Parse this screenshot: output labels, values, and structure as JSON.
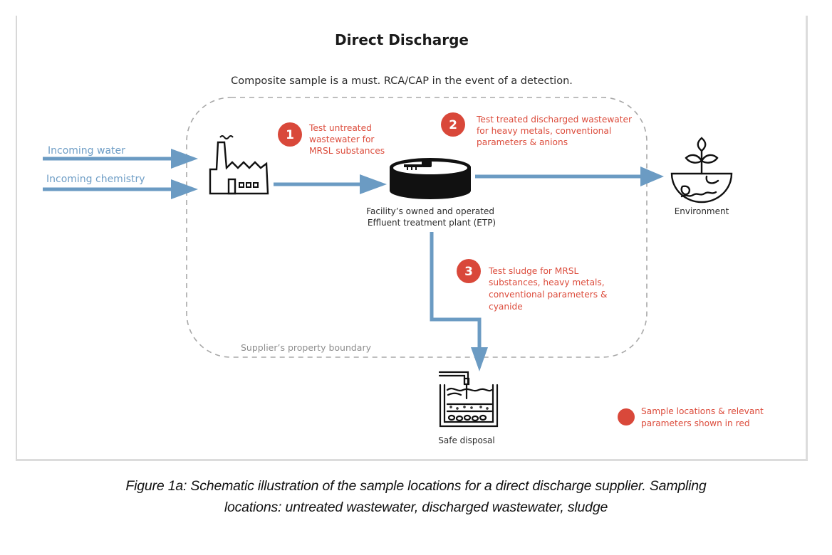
{
  "figure": {
    "title": "Direct Discharge",
    "subtitle": "Composite sample is a must. RCA/CAP in the event of a detection.",
    "colors": {
      "flow_arrow": "#6b9bc3",
      "sample_marker": "#d9483a",
      "sample_text": "#dc4c3c",
      "boundary": "#a8a8a8",
      "icon": "#111111"
    },
    "inputs": [
      {
        "label": "Incoming water"
      },
      {
        "label": "Incoming chemistry"
      }
    ],
    "nodes": {
      "factory": {
        "icon": "factory-icon"
      },
      "etp": {
        "icon": "treatment-tank-icon",
        "label_lines": [
          "Facility’s owned and operated",
          "Effluent treatment plant (ETP)"
        ]
      },
      "environment": {
        "icon": "plant-globe-icon",
        "label": "Environment"
      },
      "disposal": {
        "icon": "sludge-tank-icon",
        "label": "Safe disposal"
      }
    },
    "boundary_label": "Supplier’s property boundary",
    "sample_points": [
      {
        "number": "1",
        "lines": [
          "Test untreated",
          "wastewater for",
          "MRSL substances"
        ]
      },
      {
        "number": "2",
        "lines": [
          "Test treated discharged wastewater",
          "for heavy metals, conventional",
          "parameters & anions"
        ]
      },
      {
        "number": "3",
        "lines": [
          "Test sludge for MRSL",
          "substances, heavy metals,",
          "conventional parameters  &",
          "cyanide"
        ]
      }
    ],
    "legend": {
      "lines": [
        "Sample locations & relevant",
        "parameters shown in red"
      ]
    }
  },
  "caption": {
    "lines": [
      "Figure 1a: Schematic illustration of the sample locations for a direct discharge supplier. Sampling",
      "locations: untreated wastewater, discharged wastewater, sludge"
    ]
  }
}
